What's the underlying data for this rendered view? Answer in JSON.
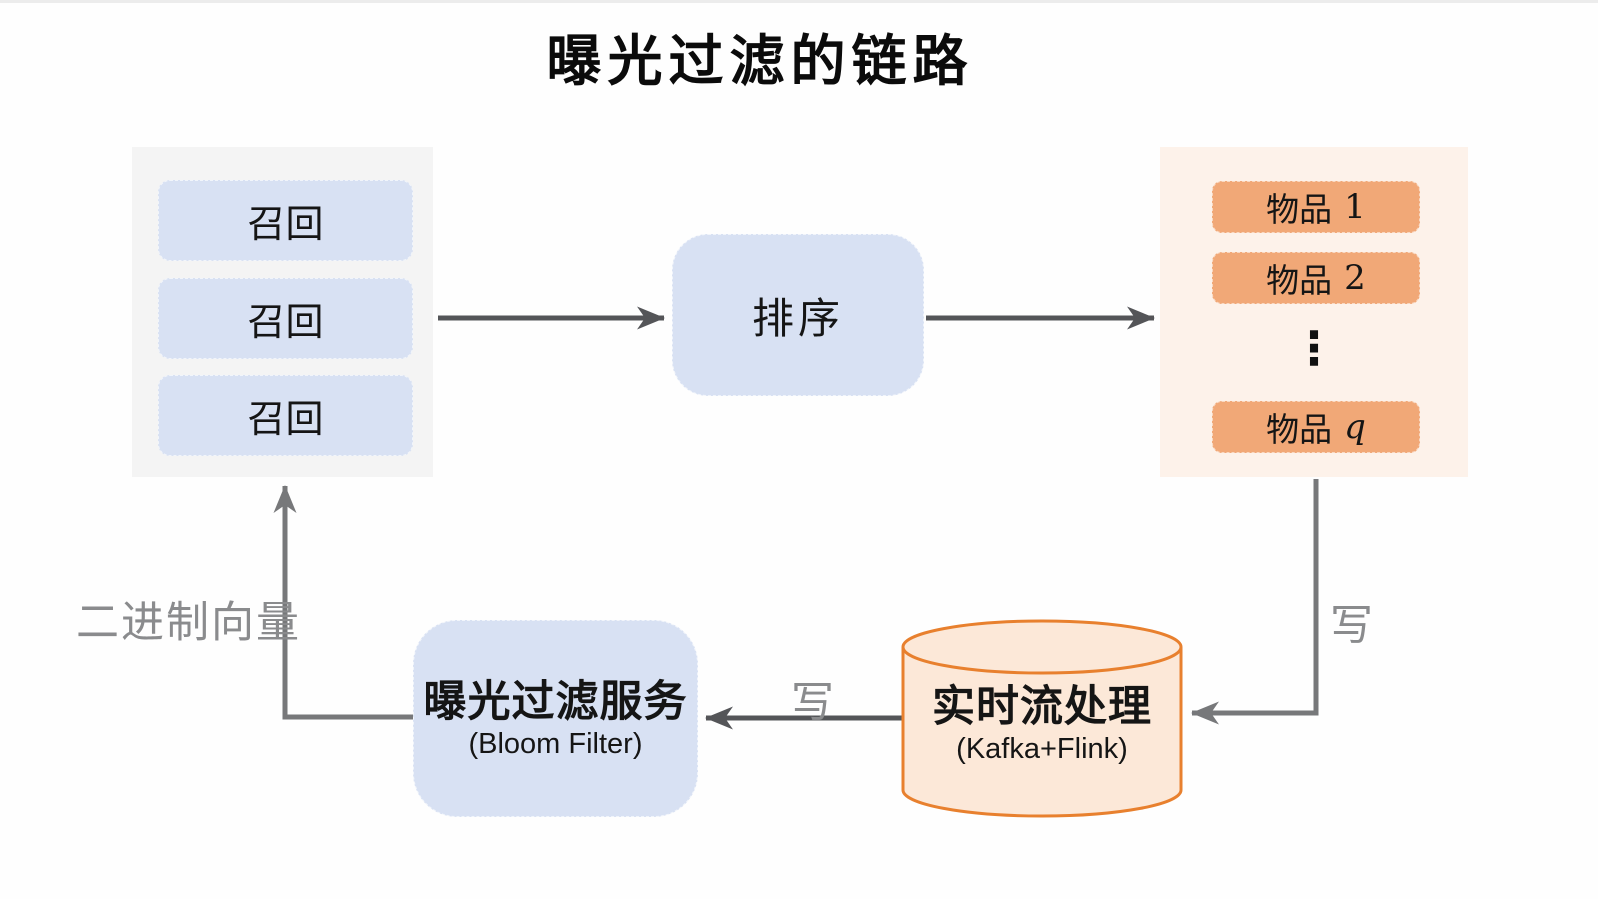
{
  "title": "曝光过滤的链路",
  "colors": {
    "canvas_bg": "#fefefe",
    "blue_box": "#d8e1f3",
    "gray_container": "#f4f4f4",
    "orange_container": "#fdf2ea",
    "orange_box": "#f1a877",
    "cylinder_fill": "#fce8d8",
    "cylinder_stroke": "#e8802e",
    "arrow_dark": "#545558",
    "arrow_gray": "#77787a",
    "label_gray": "#8a8b8d",
    "text_black": "#151515"
  },
  "recall_group": {
    "items": [
      "召回",
      "召回",
      "召回"
    ]
  },
  "rank_box": {
    "label": "排序"
  },
  "items_group": {
    "items": [
      {
        "name": "物品",
        "index": "1"
      },
      {
        "name": "物品",
        "index": "2"
      },
      {
        "name": "物品",
        "index": "q"
      }
    ],
    "ellipsis": "⋮"
  },
  "filter_service": {
    "title": "曝光过滤服务",
    "subtitle": "(Bloom Filter)"
  },
  "stream_processor": {
    "title": "实时流处理",
    "subtitle": "(Kafka+Flink)"
  },
  "edge_labels": {
    "write_to_stream": "写",
    "write_to_filter": "写",
    "binary_vector": "二进制向量"
  }
}
